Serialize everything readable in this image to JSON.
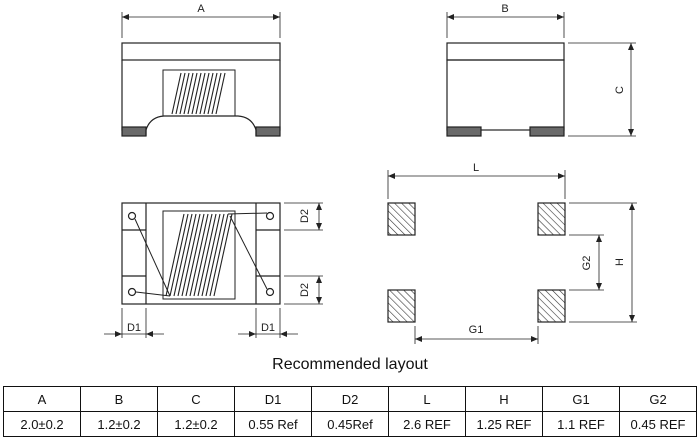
{
  "labels": {
    "a": "A",
    "b": "B",
    "c": "C",
    "l": "L",
    "h": "H",
    "g1": "G1",
    "g2": "G2",
    "d1": "D1",
    "d2": "D2"
  },
  "layout_title": "Recommended layout",
  "table": {
    "headers": [
      "A",
      "B",
      "C",
      "D1",
      "D2",
      "L",
      "H",
      "G1",
      "G2"
    ],
    "values": [
      "2.0±0.2",
      "1.2±0.2",
      "1.2±0.2",
      "0.55 Ref",
      "0.45Ref",
      "2.6 REF",
      "1.25 REF",
      "1.1 REF",
      "0.45 REF"
    ]
  }
}
